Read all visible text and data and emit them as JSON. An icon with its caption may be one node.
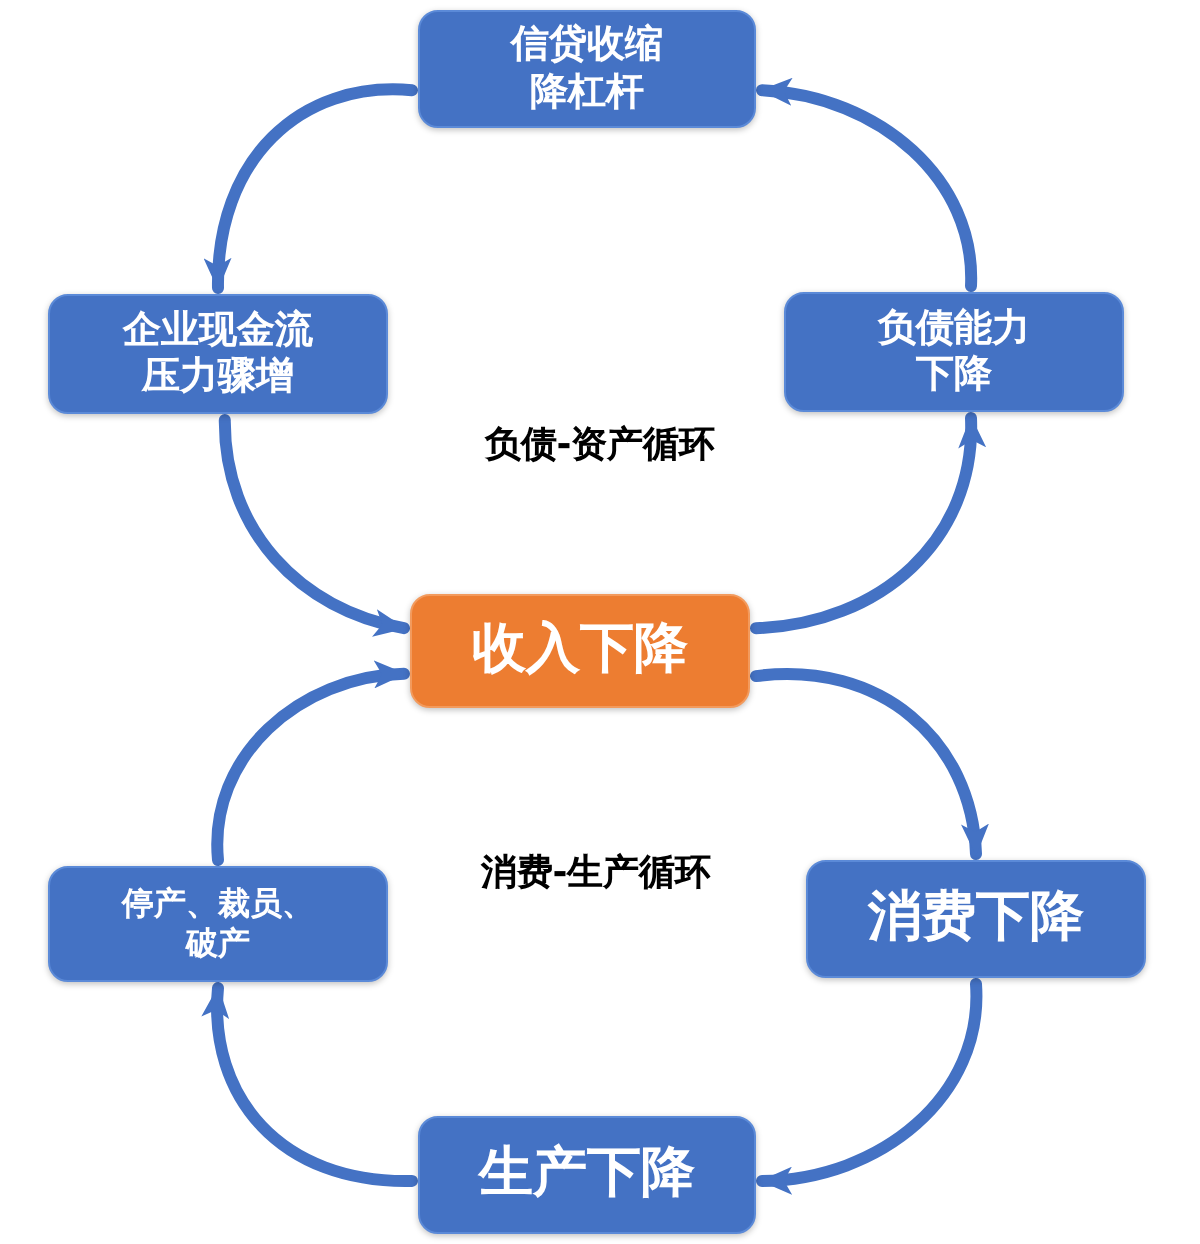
{
  "diagram": {
    "nodes": [
      {
        "text": [
          "信贷收缩降杠杆"
        ]
      },
      {
        "text": [
          "企业现金流压力骤增"
        ]
      },
      {
        "text": [
          "负债能力下降"
        ]
      },
      {
        "text": [
          "收入下降"
        ]
      },
      {
        "text": [
          "停产、裁员、破产"
        ]
      },
      {
        "text": [
          "消费下降"
        ]
      },
      {
        "text": [
          "生产下降"
        ]
      }
    ],
    "edges": [
      {
        "from": 0,
        "to": 1,
        "arrow": "to"
      },
      {
        "from": 1,
        "to": 3,
        "arrow": "to"
      },
      {
        "from": 3,
        "to": 2,
        "arrow": "to"
      },
      {
        "from": 2,
        "to": 0,
        "arrow": "to"
      },
      {
        "from": 3,
        "to": 5,
        "arrow": "to"
      },
      {
        "from": 5,
        "to": 6,
        "arrow": "to"
      },
      {
        "from": 6,
        "to": 4,
        "arrow": "to"
      },
      {
        "from": 4,
        "to": 3,
        "arrow": "to"
      }
    ],
    "labels": [
      "负债-资产循环",
      "消费-生产循环"
    ]
  }
}
